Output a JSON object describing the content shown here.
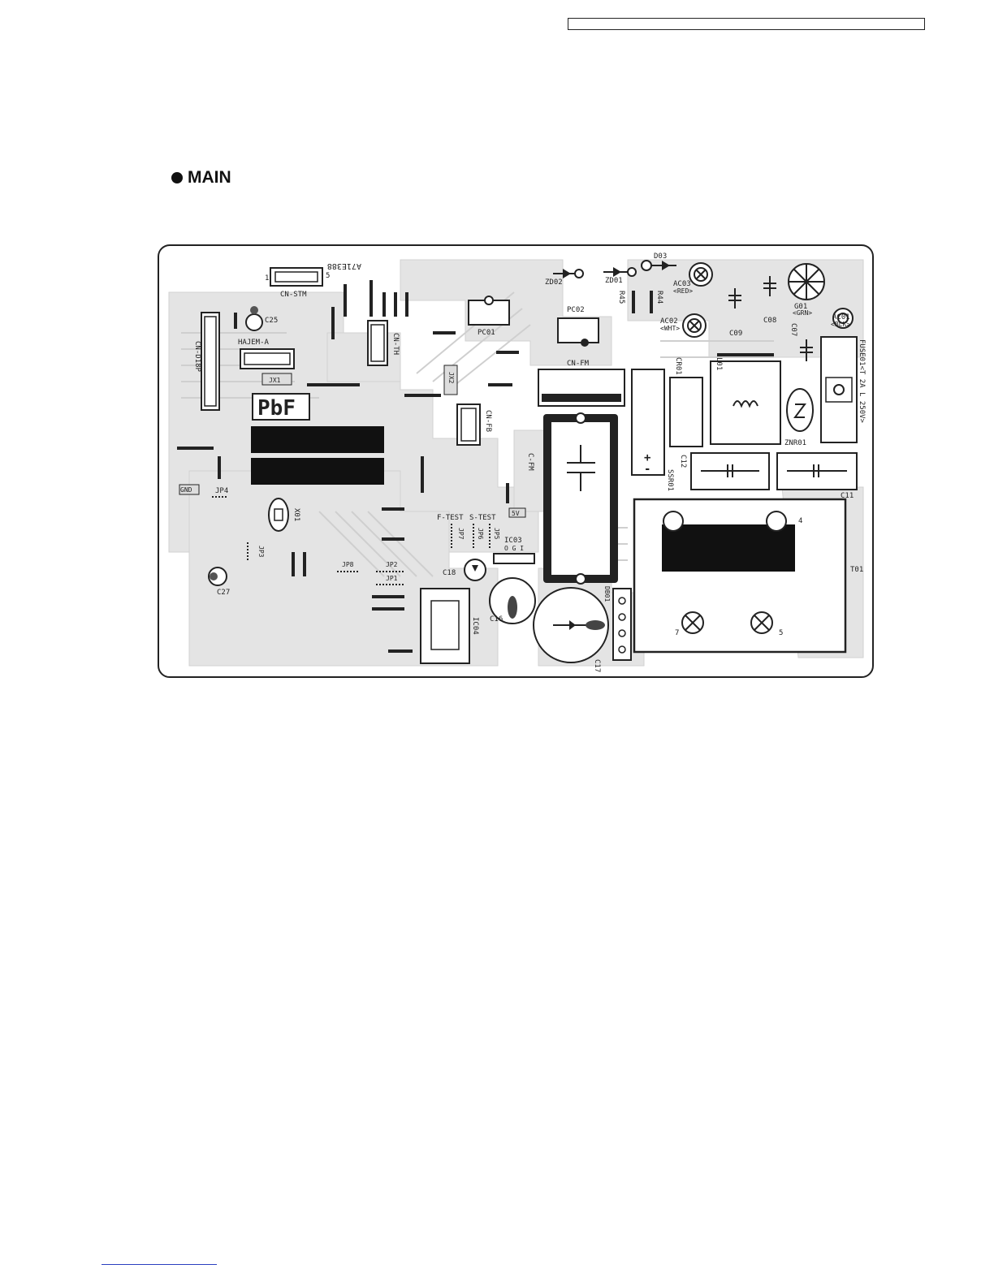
{
  "section": {
    "title": "MAIN"
  },
  "board": {
    "part_no": "A71E388",
    "pbf": "PbF",
    "labels": {
      "cn_stm": "CN-STM",
      "cn_d18p": "CN-D18P",
      "hajem_a": "HAJEM-A",
      "c25": "C25",
      "cn_th": "CN-TH",
      "jx1": "JX1",
      "jx2": "JX2",
      "cn_fb": "CN-FB",
      "pc01": "PC01",
      "pc02": "PC02",
      "zd02": "ZD02",
      "zd01": "ZD01",
      "r45": "R45",
      "r44": "R44",
      "d03": "D03",
      "ac03": "AC03",
      "ac03_color": "<RED>",
      "ac02": "AC02",
      "ac02_color": "<WHT>",
      "c09": "C09",
      "c08": "C08",
      "g01": "G01",
      "g01_color": "<GRN>",
      "ac01": "AC01",
      "ac01_color": "<BLK>",
      "c07": "C07",
      "fuse": "FUSE01<T 2A L 250V>",
      "cn_fm": "CN-FM",
      "cr01": "CR01",
      "l01": "L01",
      "znr01": "ZNR01",
      "c_fm": "C-FM",
      "c12": "C12",
      "ssr01": "SSR01",
      "c11": "C11",
      "gnd": "GND",
      "jp4": "JP4",
      "x01": "X01",
      "f_test": "F-TEST",
      "s_test": "S-TEST",
      "v5": "5V",
      "jp7": "JP7",
      "jp6": "JP6",
      "jp5": "JP5",
      "ic03": "IC03",
      "ogi": "O G I",
      "t01": "T01",
      "jp3": "JP3",
      "jp8": "JP8",
      "jp2": "JP2",
      "jp1": "JP1",
      "c18": "C18",
      "c27": "C27",
      "ic04": "IC04",
      "c16": "C16",
      "db01": "DB01",
      "c17": "C17"
    }
  }
}
